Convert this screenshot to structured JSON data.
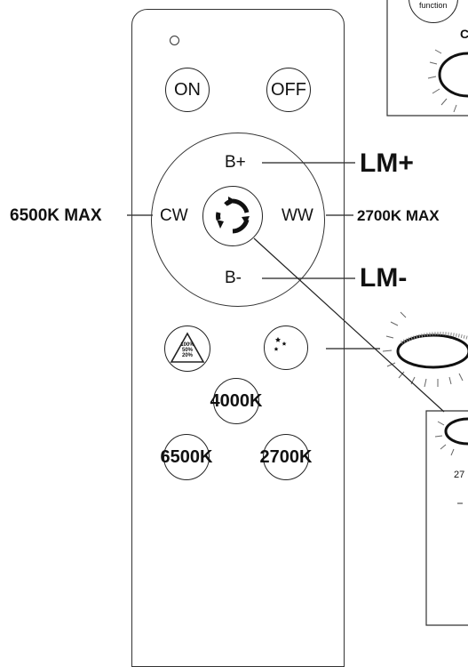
{
  "remote": {
    "on_label": "ON",
    "off_label": "OFF",
    "b_plus_label": "B+",
    "b_minus_label": "B-",
    "cw_label": "CW",
    "ww_label": "WW",
    "dim_levels": [
      "100%",
      "50%",
      "20%"
    ],
    "k4000_label": "4000K",
    "k6500_label": "6500K",
    "k2700_label": "2700K"
  },
  "callouts": {
    "lm_plus": "LM+",
    "lm_minus": "LM-",
    "cw_max": "6500K MAX",
    "ww_max": "2700K MAX"
  },
  "inset_top": {
    "function_label": "function",
    "partial_letter": "C"
  },
  "inset_bottom": {
    "partial_text": "27"
  }
}
